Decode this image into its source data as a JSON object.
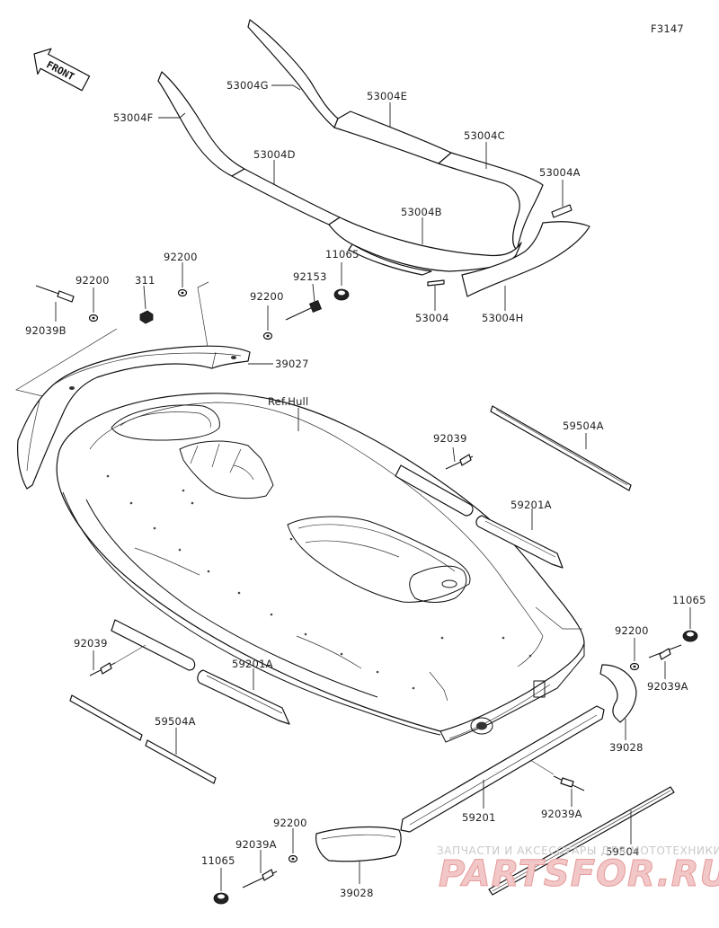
{
  "figure_id": "F3147",
  "front_label": "FRONT",
  "ref_hull": "Ref.Hull",
  "watermark": {
    "line1": "ЗАПЧАСТИ И АКСЕССУАРЫ ДЛЯ МОТОТЕХНИКИ",
    "line2": "PARTSFOR.RU"
  },
  "labels": {
    "p53004G": "53004G",
    "p53004F": "53004F",
    "p53004E": "53004E",
    "p53004D": "53004D",
    "p53004C": "53004C",
    "p53004A": "53004A",
    "p53004B": "53004B",
    "p53004": "53004",
    "p53004H": "53004H",
    "p11065_top": "11065",
    "p92153": "92153",
    "p92200_a": "92200",
    "p311": "311",
    "p92200_b": "92200",
    "p92200_c": "92200",
    "p92039B": "92039B",
    "p39027": "39027",
    "p92039_r": "92039",
    "p59504A_r": "59504A",
    "p59201A_r": "59201A",
    "p11065_r": "11065",
    "p92200_r": "92200",
    "p92039A_r": "92039A",
    "p39028_r": "39028",
    "p92039_l": "92039",
    "p59201A_l": "59201A",
    "p59504A_l": "59504A",
    "p59201": "59201",
    "p92039A_m": "92039A",
    "p92200_bl": "92200",
    "p92039A_bl": "92039A",
    "p11065_bl": "11065",
    "p39028_b": "39028",
    "p59504": "59504"
  }
}
